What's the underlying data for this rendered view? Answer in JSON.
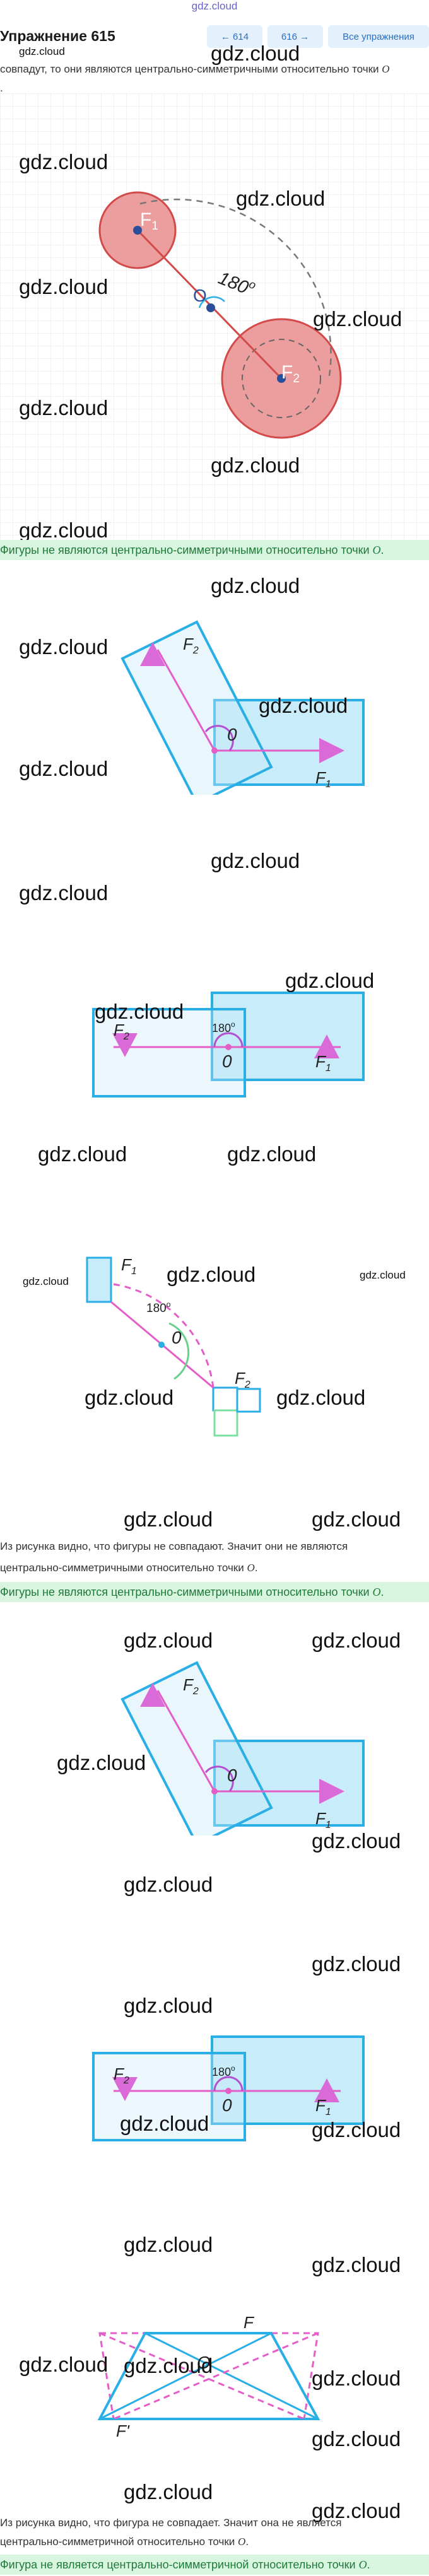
{
  "site": {
    "link": "gdz.cloud"
  },
  "header": {
    "title": "Упражнение 615",
    "prev_label": "← 614",
    "next_label": "616 →",
    "all_label": "Все упражнения"
  },
  "watermark": {
    "text": "gdz.cloud"
  },
  "intro": {
    "text": "совпадут, то они являются центрально-симметричными относительно точки",
    "point": "O",
    "dot": "."
  },
  "figure1": {
    "f1": "F",
    "f1_sub": "1",
    "f2": "F",
    "f2_sub": "2",
    "o": "O",
    "angle": "180",
    "deg": "o"
  },
  "answer1": {
    "text": "Фигуры не являются центрально-симметричными относительно точки",
    "point": "O",
    "dot": "."
  },
  "figure2": {
    "f1": "F",
    "f1_sub": "1",
    "f2": "F",
    "f2_sub": "2",
    "o": "0",
    "angle": "180",
    "deg": "o"
  },
  "figure3": {
    "f1": "F",
    "f1_sub": "1",
    "f2": "F",
    "f2_sub": "2",
    "o": "0",
    "angle": "180",
    "deg": "o"
  },
  "conclusion2": {
    "line1": "Из рисунка видно, что фигуры не совпадают. Значит они не являются",
    "line2": "центрально-симметричными относительно точки",
    "point": "O",
    "dot": "."
  },
  "answer2": {
    "text": "Фигуры не являются центрально-симметричными относительно точки",
    "point": "O",
    "dot": "."
  },
  "figure4": {
    "f1": "F",
    "f1_sub": "1",
    "f2": "F",
    "f2_sub": "2",
    "o": "0",
    "angle": "180",
    "deg": "o"
  },
  "figure5": {
    "f": "F",
    "f_prime": "F'",
    "o": "O"
  },
  "conclusion3": {
    "line1": "Из рисунка видно, что фигура не совпадает. Значит она не является",
    "line2": "центрально-симметричной относительно точки",
    "point": "O",
    "dot": "."
  },
  "answer3": {
    "text": "Фигура не является центрально-симметричной относительно точки",
    "point": "O",
    "dot": "."
  },
  "colors": {
    "accent": "#2c6fc0",
    "answer_bg": "#d8f5df",
    "answer_text": "#1f7a3a",
    "cyan": "#2aaee6",
    "magenta": "#e45ec8"
  }
}
